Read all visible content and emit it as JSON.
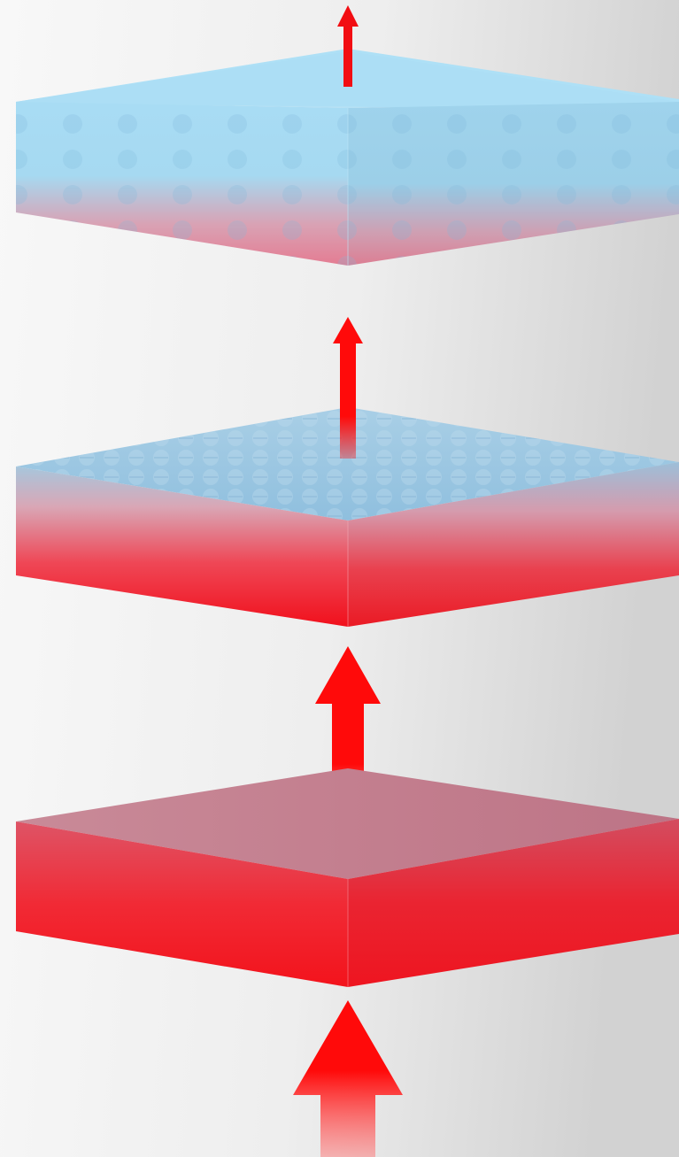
{
  "colors": {
    "background_light": "#f7f7f7",
    "background_dark": "#d6d6d6",
    "heat_red": "#f2101a",
    "cool_blue": "#a6daf2",
    "arrow_red": "#ff0a0a"
  },
  "icons": {
    "arrow": "up-arrow-icon"
  },
  "diagram": {
    "layers": [
      {
        "name": "top-layer",
        "cold_fraction": 0.7,
        "surface_tint": "#a4d9f2"
      },
      {
        "name": "middle-layer",
        "cold_fraction": 0.35,
        "surface_tint": "#8fc2e4"
      },
      {
        "name": "bottom-layer",
        "cold_fraction": 0.0,
        "surface_tint": "#c47f8e"
      }
    ],
    "arrows": [
      {
        "name": "arrow-top",
        "relative_size": "small"
      },
      {
        "name": "arrow-middle-upper",
        "relative_size": "small"
      },
      {
        "name": "arrow-middle-lower",
        "relative_size": "medium"
      },
      {
        "name": "arrow-bottom",
        "relative_size": "large"
      }
    ]
  }
}
